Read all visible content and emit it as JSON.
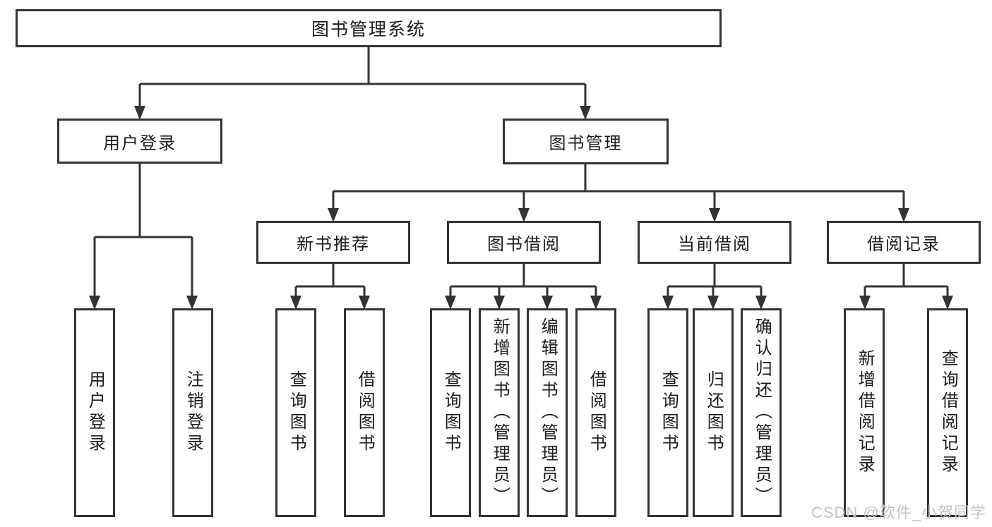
{
  "diagram": {
    "title": "图书管理系统",
    "root": {
      "label": "图书管理系统"
    },
    "level2": [
      {
        "label": "用户登录"
      },
      {
        "label": "图书管理"
      }
    ],
    "level3": [
      {
        "label": "新书推荐",
        "parent": "图书管理"
      },
      {
        "label": "图书借阅",
        "parent": "图书管理"
      },
      {
        "label": "当前借阅",
        "parent": "图书管理"
      },
      {
        "label": "借阅记录",
        "parent": "图书管理"
      }
    ],
    "leaves": [
      {
        "label": "用户登录",
        "parent": "用户登录"
      },
      {
        "label": "注销登录",
        "parent": "用户登录"
      },
      {
        "label": "查询图书",
        "parent": "新书推荐"
      },
      {
        "label": "借阅图书",
        "parent": "新书推荐"
      },
      {
        "label": "查询图书",
        "parent": "图书借阅"
      },
      {
        "label": "新增图书（管理员）",
        "parent": "图书借阅"
      },
      {
        "label": "编辑图书（管理员）",
        "parent": "图书借阅"
      },
      {
        "label": "借阅图书",
        "parent": "图书借阅"
      },
      {
        "label": "查询图书",
        "parent": "当前借阅"
      },
      {
        "label": "归还图书",
        "parent": "当前借阅"
      },
      {
        "label": "确认归还（管理员）",
        "parent": "当前借阅"
      },
      {
        "label": "新增借阅记录",
        "parent": "借阅记录"
      },
      {
        "label": "查询借阅记录",
        "parent": "借阅记录"
      }
    ]
  },
  "watermark": {
    "text": "CSDN @软件_小贺同学",
    "color": "#c8c2c2"
  },
  "colors": {
    "line": "#333333",
    "border": "#333333",
    "text": "#1c1c1c",
    "background": "#ffffff"
  }
}
